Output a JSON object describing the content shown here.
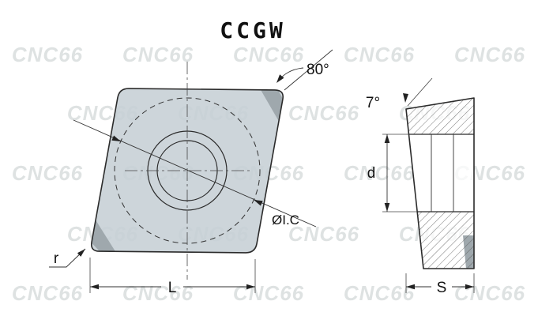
{
  "title": "CCGW",
  "watermark": {
    "text": "CNC66"
  },
  "front_view": {
    "angle_label": "80°",
    "ic_label": "ØI.C",
    "radius_label": "r",
    "length_label": "L"
  },
  "side_view": {
    "clearance_label": "7°",
    "hole_label": "d",
    "thickness_label": "S"
  },
  "colors": {
    "body": "#c6cfd5",
    "corner": "#9fa8ad",
    "line": "#2b2b2b",
    "watermark": "#d7dcdc"
  }
}
